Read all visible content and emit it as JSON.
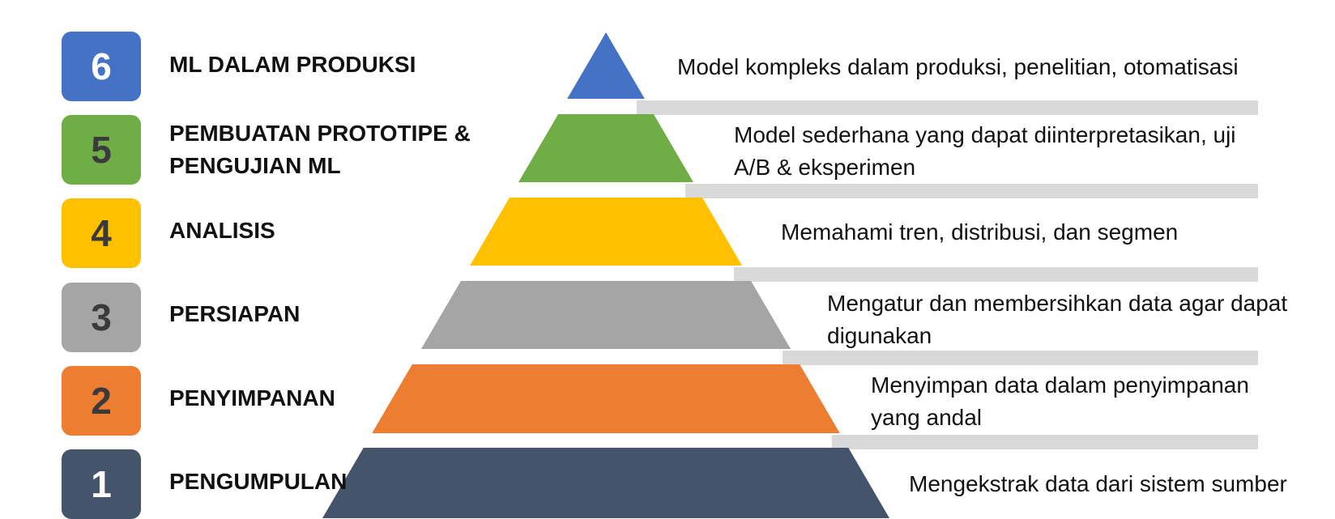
{
  "colors": {
    "level_6": "#4472C4",
    "level_5": "#70AD47",
    "level_4": "#FFC000",
    "level_3": "#A5A5A5",
    "level_2": "#ED7D31",
    "level_1": "#44546A",
    "connector_bar": "#D9D9D9",
    "dark_number": "#3A3A3A",
    "light_number": "#FFFFFF"
  },
  "levels": [
    {
      "number": "6",
      "title": "ML DALAM PRODUKSI",
      "description": "Model kompleks dalam produksi, penelitian, otomatisasi",
      "color": "#4472C4",
      "number_color": "#FFFFFF"
    },
    {
      "number": "5",
      "title": "PEMBUATAN PROTOTIPE &\nPENGUJIAN ML",
      "description": "Model sederhana yang dapat diinterpretasikan, uji\nA/B & eksperimen",
      "color": "#70AD47",
      "number_color": "#3A3A3A"
    },
    {
      "number": "4",
      "title": "ANALISIS",
      "description": "Memahami tren, distribusi, dan segmen",
      "color": "#FFC000",
      "number_color": "#3A3A3A"
    },
    {
      "number": "3",
      "title": "PERSIAPAN",
      "description": "Mengatur dan membersihkan data agar dapat\ndigunakan",
      "color": "#A5A5A5",
      "number_color": "#3A3A3A"
    },
    {
      "number": "2",
      "title": "PENYIMPANAN",
      "description": "Menyimpan data dalam penyimpanan\nyang andal",
      "color": "#ED7D31",
      "number_color": "#3A3A3A"
    },
    {
      "number": "1",
      "title": "PENGUMPULAN",
      "description": "Mengekstrak data dari sistem sumber",
      "color": "#44546A",
      "number_color": "#FFFFFF"
    }
  ]
}
